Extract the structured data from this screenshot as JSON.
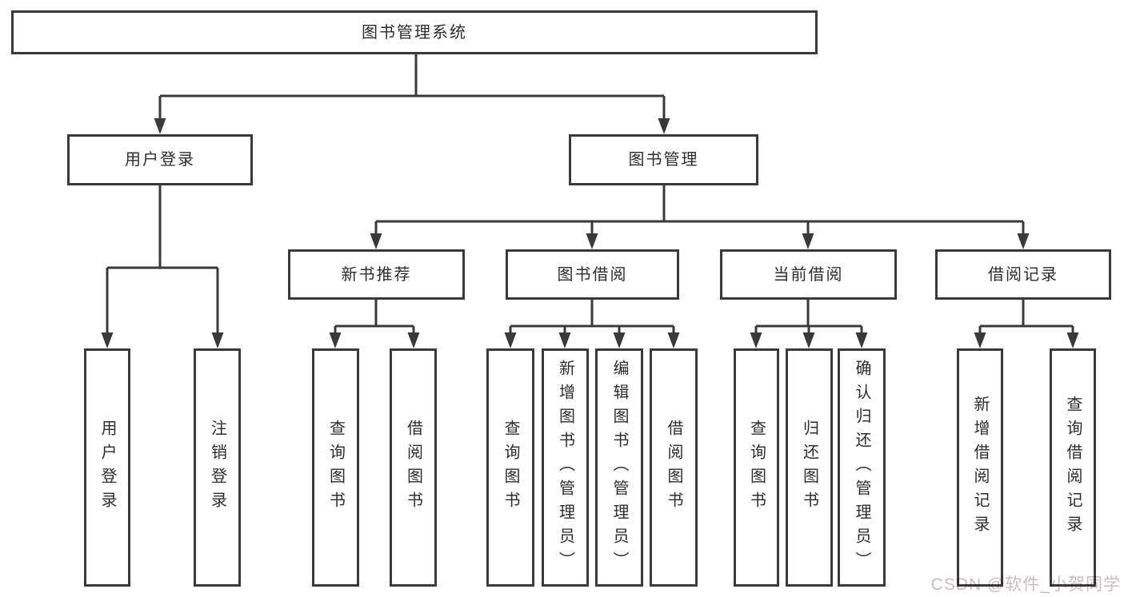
{
  "tree": {
    "label": "图书管理系统",
    "children": [
      {
        "label": "用户登录",
        "children": [
          {
            "label": "用户登录"
          },
          {
            "label": "注销登录"
          }
        ]
      },
      {
        "label": "图书管理",
        "children": [
          {
            "label": "新书推荐",
            "children": [
              {
                "label": "查询图书"
              },
              {
                "label": "借阅图书"
              }
            ]
          },
          {
            "label": "图书借阅",
            "children": [
              {
                "label": "查询图书"
              },
              {
                "label": "新增图书（管理员）"
              },
              {
                "label": "编辑图书（管理员）"
              },
              {
                "label": "借阅图书"
              }
            ]
          },
          {
            "label": "当前借阅",
            "children": [
              {
                "label": "查询图书"
              },
              {
                "label": "归还图书"
              },
              {
                "label": "确认归还（管理员）"
              }
            ]
          },
          {
            "label": "借阅记录",
            "children": [
              {
                "label": "新增借阅记录"
              },
              {
                "label": "查询借阅记录"
              }
            ]
          }
        ]
      }
    ]
  },
  "watermark": {
    "text": "CSDN @软件_小贺同学"
  },
  "style": {
    "line_color": "#3a3a3a",
    "box_border_color": "#3a3a3a",
    "text_color": "#2d2d2d",
    "watermark_color": "#c9bcbc",
    "background": "#ffffff"
  }
}
